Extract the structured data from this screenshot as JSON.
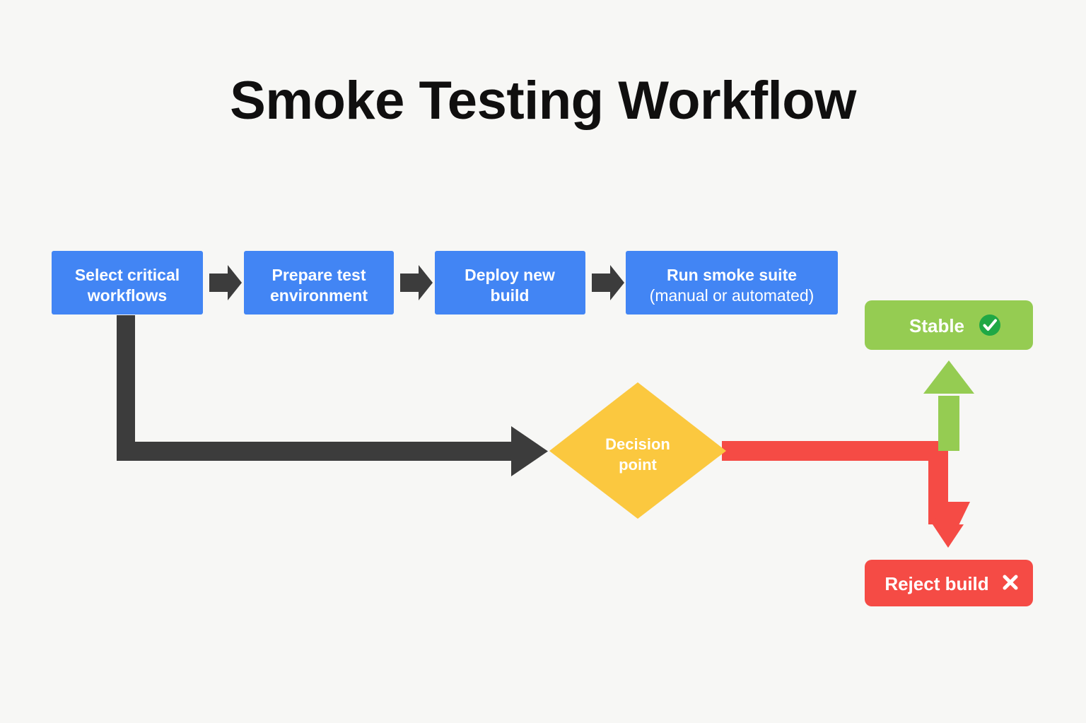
{
  "page": {
    "title": "Smoke Testing Workflow",
    "background_color": "#F7F7F5"
  },
  "colors": {
    "process": "#4285F4",
    "connector": "#3C3C3C",
    "decision": "#FBC83F",
    "success": "#95CC52",
    "failure": "#F54B45",
    "check_badge": "#1FA845",
    "label_text": "#FFFFFF",
    "title_text": "#100F0F"
  },
  "flow": {
    "steps": [
      {
        "id": "select-critical-workflows",
        "line1": "Select critical",
        "line2": "workflows",
        "shape": "rectangle",
        "color": "#4285F4"
      },
      {
        "id": "prepare-test-environment",
        "line1": "Prepare test",
        "line2": "environment",
        "shape": "rectangle",
        "color": "#4285F4"
      },
      {
        "id": "deploy-new-build",
        "line1": "Deploy new",
        "line2": "build",
        "shape": "rectangle",
        "color": "#4285F4"
      },
      {
        "id": "run-smoke-suite",
        "line1": "Run smoke suite",
        "line2": "(manual or automated)",
        "shape": "rectangle",
        "color": "#4285F4"
      }
    ],
    "decision": {
      "id": "decision-point",
      "line1": "Decision",
      "line2": "point",
      "shape": "diamond",
      "color": "#FBC83F"
    },
    "outcomes": [
      {
        "id": "stable",
        "label": "Stable",
        "icon": "check-circle-icon",
        "icon_glyph": "✔",
        "shape": "pill",
        "color": "#95CC52"
      },
      {
        "id": "reject-build",
        "label": "Reject build",
        "icon": "cross-icon",
        "icon_glyph": "✕",
        "shape": "pill",
        "color": "#F54B45"
      }
    ],
    "connectors": [
      {
        "id": "step1-to-step2",
        "style": "block-arrow",
        "color": "#3C3C3C",
        "direction": "right"
      },
      {
        "id": "step2-to-step3",
        "style": "block-arrow",
        "color": "#3C3C3C",
        "direction": "right"
      },
      {
        "id": "step3-to-step4",
        "style": "block-arrow",
        "color": "#3C3C3C",
        "direction": "right"
      },
      {
        "id": "step1-to-decision",
        "style": "elbow-arrow",
        "color": "#3C3C3C",
        "direction": "down-right"
      },
      {
        "id": "decision-to-stable",
        "style": "arrow",
        "color": "#95CC52",
        "direction": "up"
      },
      {
        "id": "decision-to-reject",
        "style": "elbow-arrow",
        "color": "#F54B45",
        "direction": "right-down"
      }
    ]
  }
}
